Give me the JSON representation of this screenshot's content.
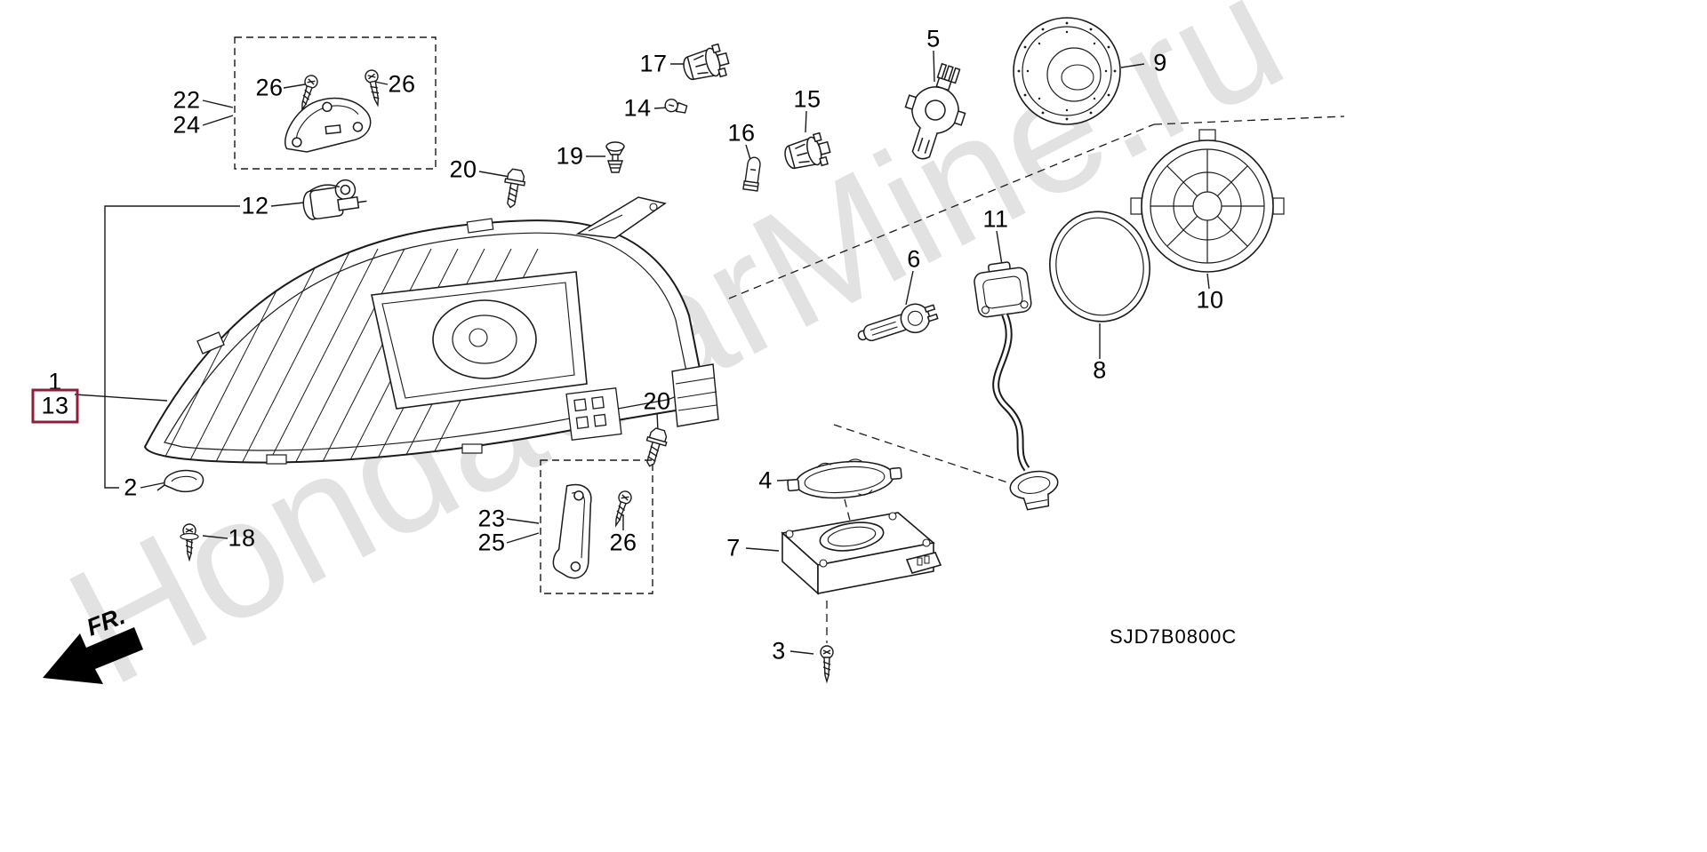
{
  "diagram": {
    "code": "SJD7B0800C",
    "watermark": "HondaCarMine.ru",
    "direction_indicator": "FR.",
    "highlighted_callout": "13",
    "colors": {
      "line": "#1a1a1a",
      "watermark": "#cbcbcb",
      "highlight_box": "#8e1f38",
      "background": "#ffffff"
    },
    "callouts": [
      "22",
      "24",
      "26",
      "26",
      "12",
      "20",
      "19",
      "17",
      "14",
      "16",
      "15",
      "5",
      "9",
      "11",
      "6",
      "10",
      "8",
      "1",
      "13",
      "2",
      "18",
      "23",
      "25",
      "26",
      "20",
      "4",
      "7",
      "3"
    ]
  }
}
